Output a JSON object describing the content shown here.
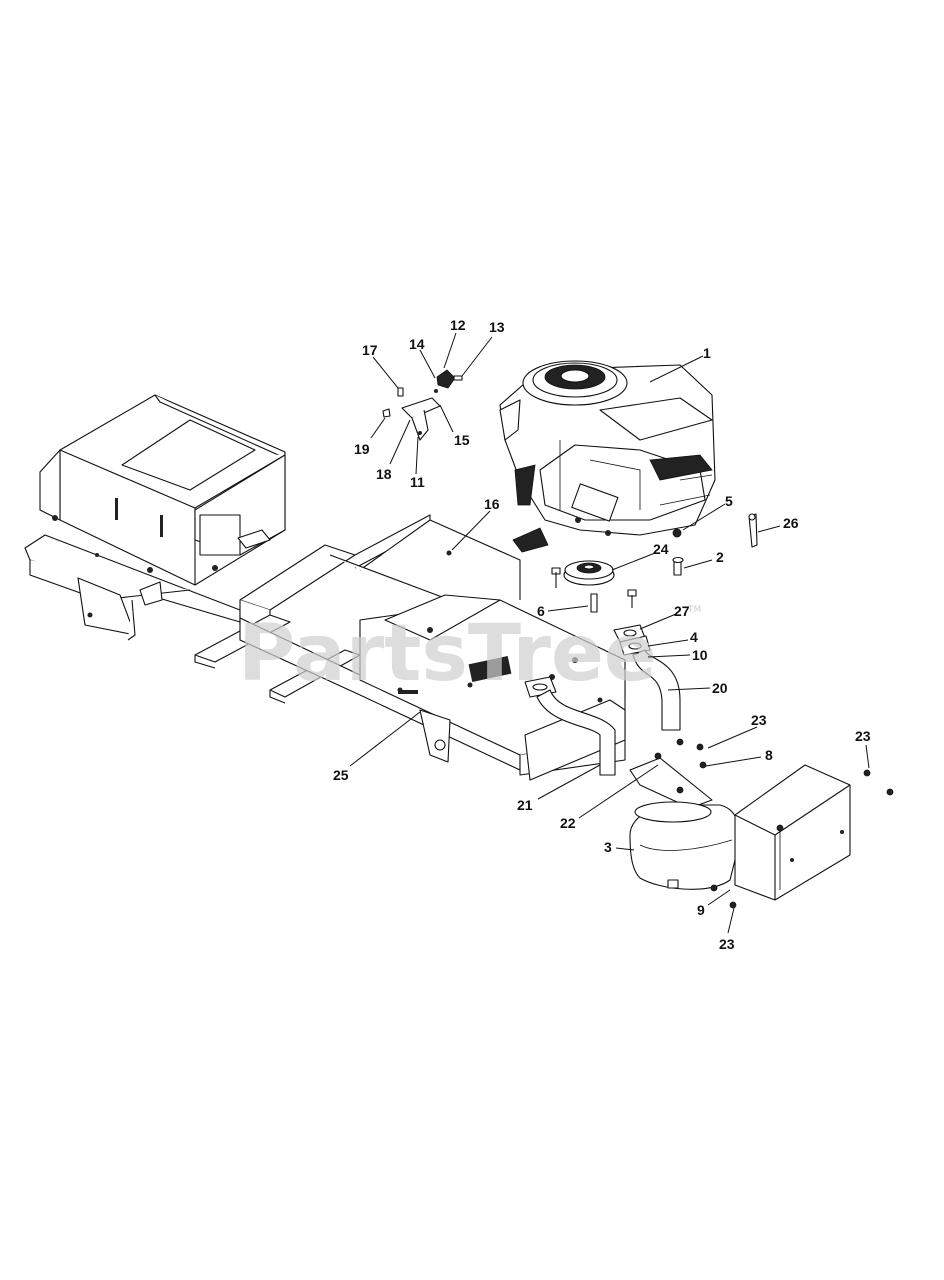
{
  "watermark": {
    "text": "PartsTree",
    "tm": "TM"
  },
  "callouts": [
    {
      "id": "c1",
      "label": "1"
    },
    {
      "id": "c2",
      "label": "2"
    },
    {
      "id": "c3",
      "label": "3"
    },
    {
      "id": "c4",
      "label": "4"
    },
    {
      "id": "c5",
      "label": "5"
    },
    {
      "id": "c6",
      "label": "6"
    },
    {
      "id": "c8",
      "label": "8"
    },
    {
      "id": "c9",
      "label": "9"
    },
    {
      "id": "c10",
      "label": "10"
    },
    {
      "id": "c11",
      "label": "11"
    },
    {
      "id": "c12",
      "label": "12"
    },
    {
      "id": "c13",
      "label": "13"
    },
    {
      "id": "c14",
      "label": "14"
    },
    {
      "id": "c15",
      "label": "15"
    },
    {
      "id": "c16",
      "label": "16"
    },
    {
      "id": "c17",
      "label": "17"
    },
    {
      "id": "c18",
      "label": "18"
    },
    {
      "id": "c19",
      "label": "19"
    },
    {
      "id": "c20",
      "label": "20"
    },
    {
      "id": "c21",
      "label": "21"
    },
    {
      "id": "c22",
      "label": "22"
    },
    {
      "id": "c23a",
      "label": "23"
    },
    {
      "id": "c23b",
      "label": "23"
    },
    {
      "id": "c23c",
      "label": "23"
    },
    {
      "id": "c24",
      "label": "24"
    },
    {
      "id": "c25",
      "label": "25"
    },
    {
      "id": "c26",
      "label": "26"
    },
    {
      "id": "c27",
      "label": "27"
    }
  ]
}
